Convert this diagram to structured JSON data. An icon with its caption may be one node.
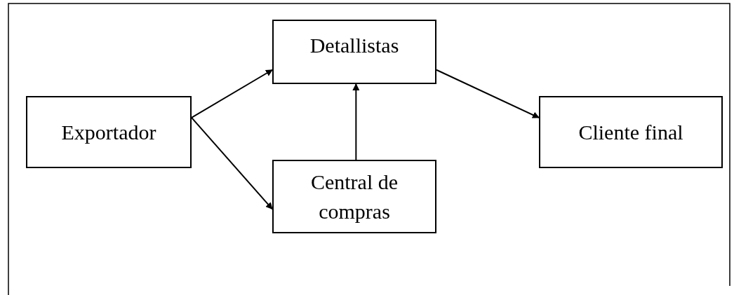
{
  "diagram": {
    "nodes": [
      {
        "text": [
          "Exportador"
        ]
      },
      {
        "text": [
          "Detallistas"
        ]
      },
      {
        "text": [
          "Central de compras"
        ]
      },
      {
        "text": [
          "Cliente final"
        ]
      }
    ],
    "edges": [
      {
        "from": 0,
        "to": 1,
        "arrow": "to"
      },
      {
        "from": 0,
        "to": 2,
        "arrow": "to"
      },
      {
        "from": 2,
        "to": 1,
        "arrow": "to"
      },
      {
        "from": 1,
        "to": 3,
        "arrow": "to"
      }
    ]
  }
}
